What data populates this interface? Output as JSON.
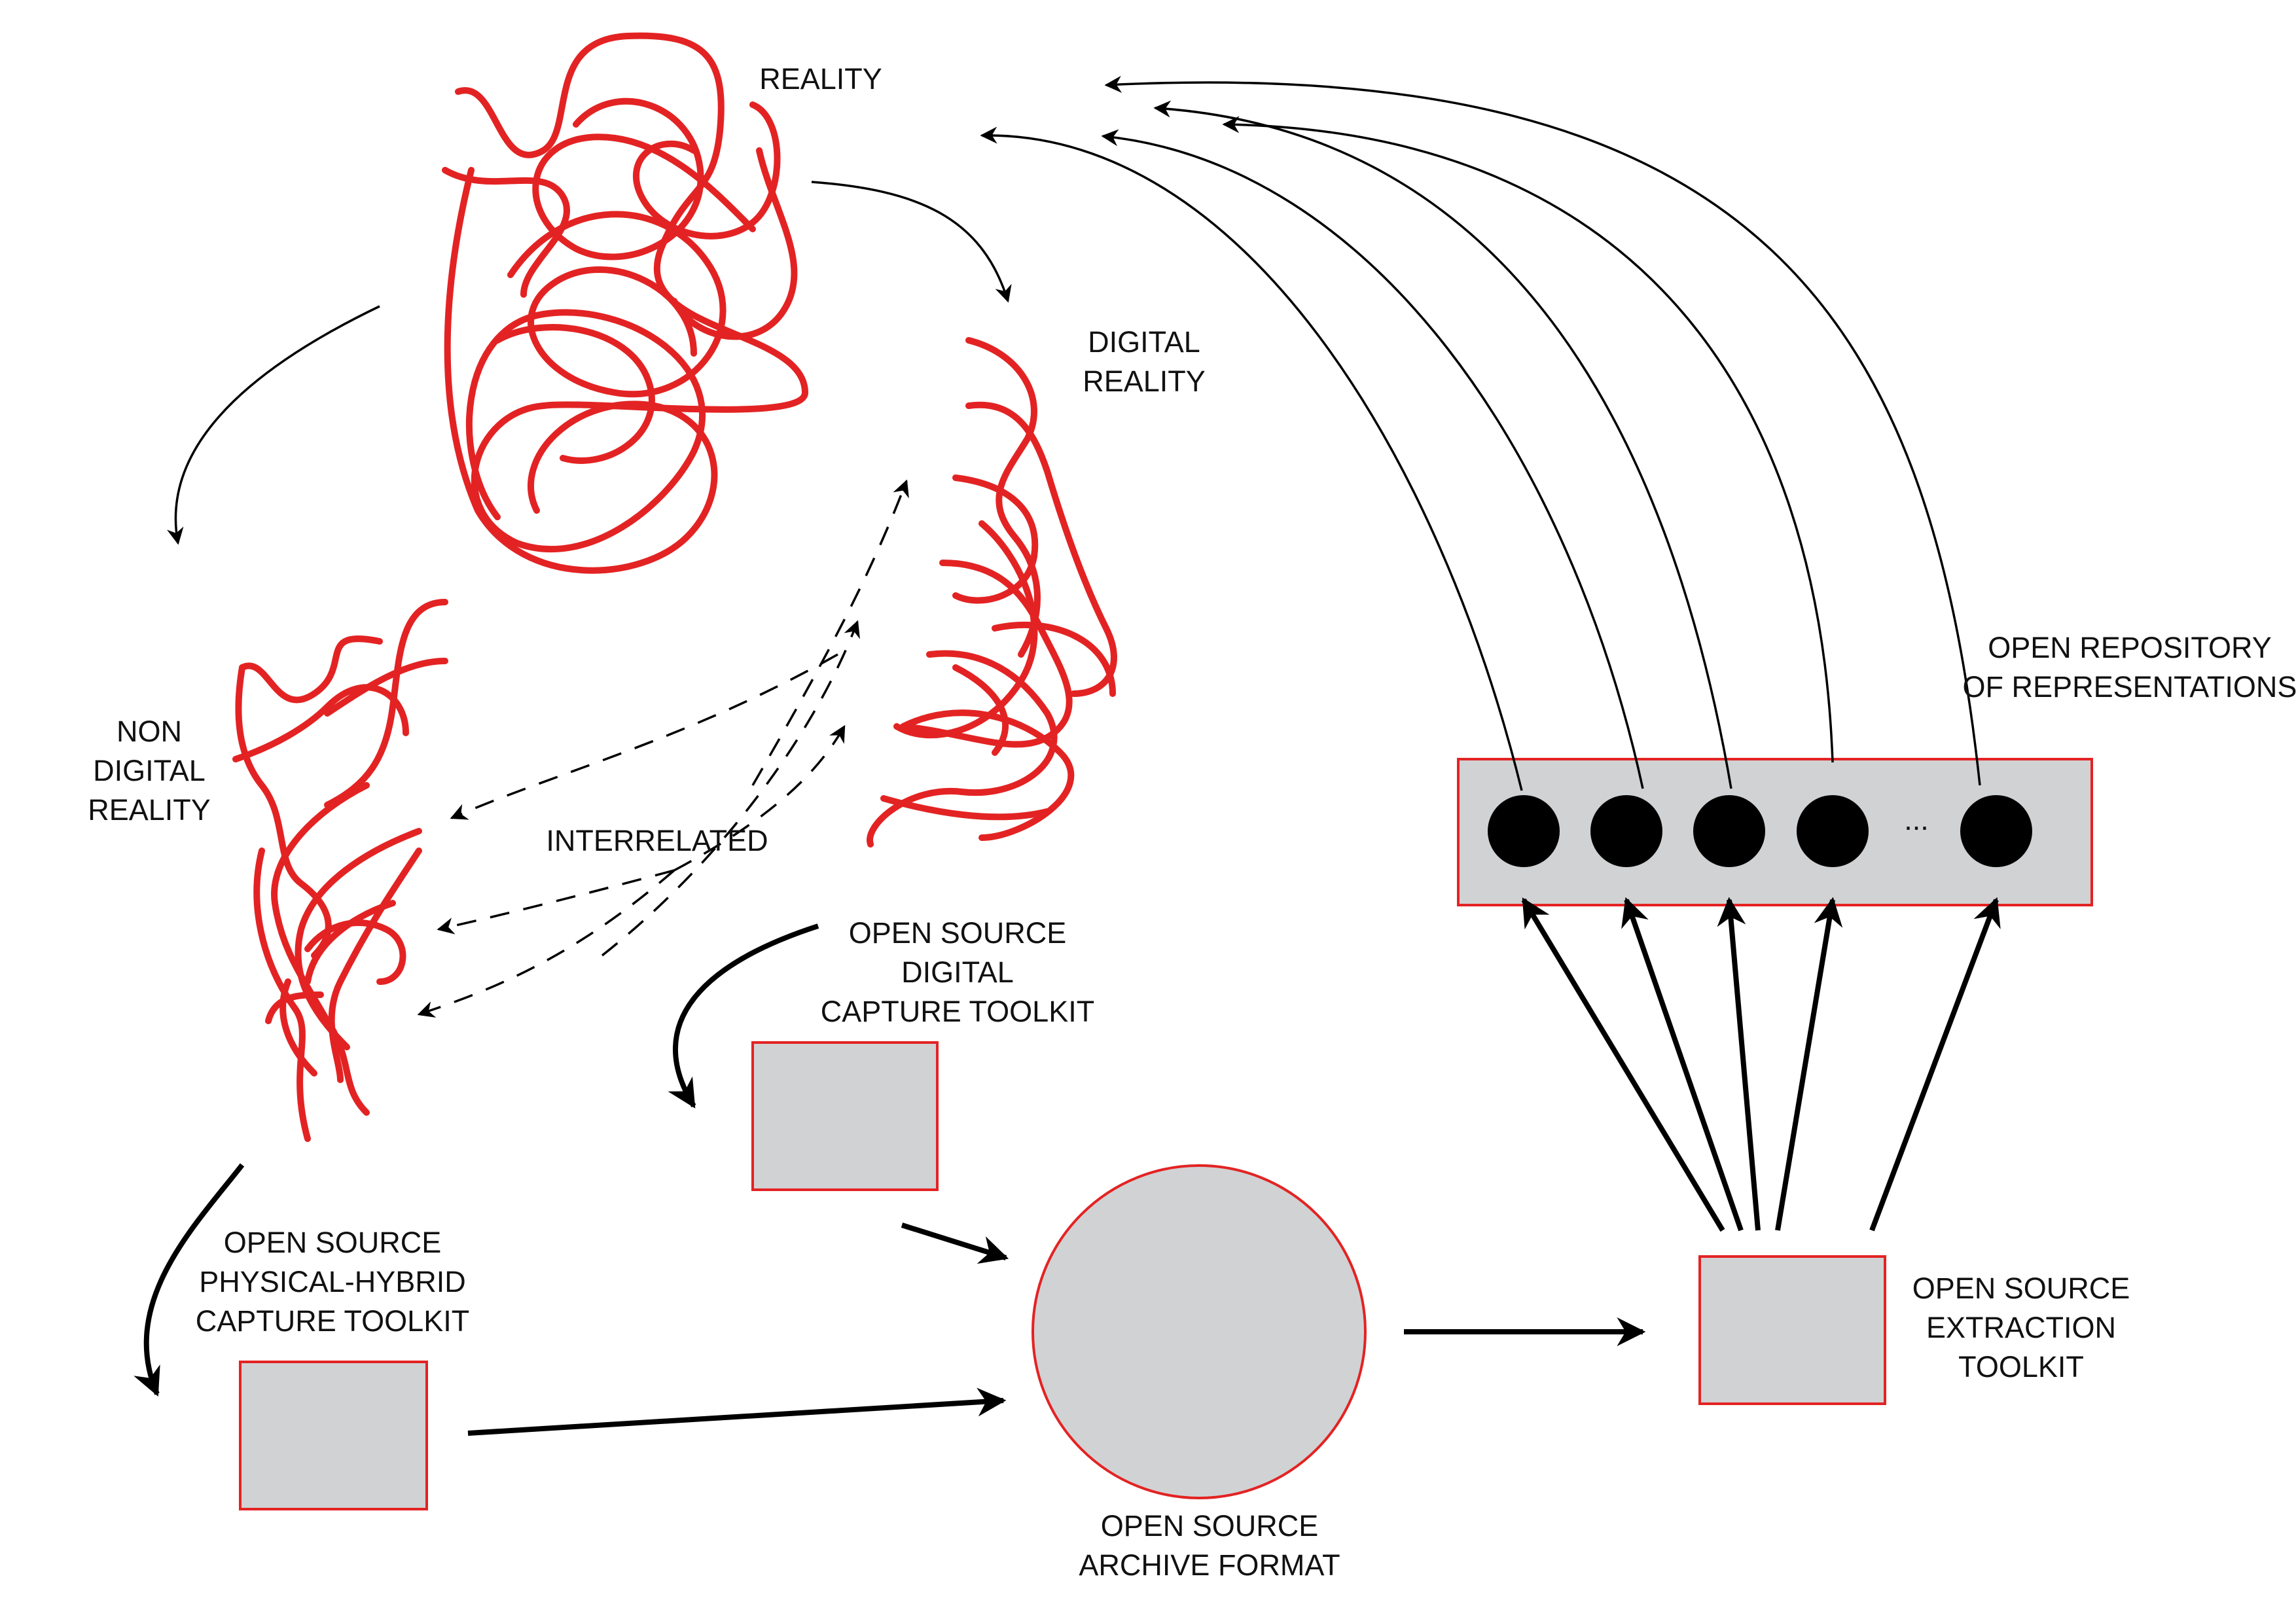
{
  "colors": {
    "scribble": "#e32323",
    "box_fill": "#d1d2d4",
    "box_stroke": "#e32323",
    "arrow": "#000000",
    "node": "#000000"
  },
  "labels": {
    "reality": [
      "REALITY"
    ],
    "digital_reality": [
      "DIGITAL",
      "REALITY"
    ],
    "non_digital_reality": [
      "NON",
      "DIGITAL",
      "REALITY"
    ],
    "interrelated": [
      "INTERRELATED"
    ],
    "digital_toolkit": [
      "OPEN SOURCE",
      "DIGITAL",
      "CAPTURE TOOLKIT"
    ],
    "physical_toolkit": [
      "OPEN SOURCE",
      "PHYSICAL-HYBRID",
      "CAPTURE TOOLKIT"
    ],
    "archive_format": [
      "OPEN SOURCE",
      "ARCHIVE FORMAT"
    ],
    "extraction_toolkit": [
      "OPEN SOURCE",
      "EXTRACTION",
      "TOOLKIT"
    ],
    "repository": [
      "OPEN REPOSITORY",
      "OF REPRESENTATIONS"
    ],
    "ellipsis": "..."
  },
  "repository_nodes": 5
}
